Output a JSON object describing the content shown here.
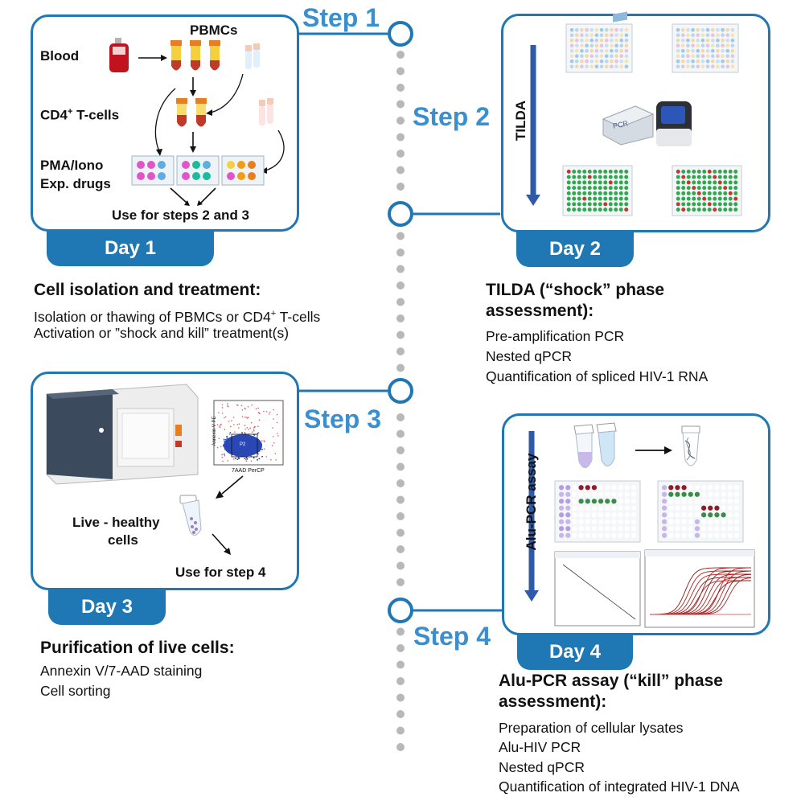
{
  "colors": {
    "accent": "#1f78b4",
    "step_text": "#3a8fcf",
    "dot": "#b8b8b8"
  },
  "steps": {
    "step1": "Step 1",
    "step2": "Step 2",
    "step3": "Step 3",
    "step4": "Step 4"
  },
  "day1": {
    "tab": "Day 1",
    "pbmcs": "PBMCs",
    "blood": "Blood",
    "cd4_prefix": "CD4",
    "cd4_sup": "+",
    "cd4_suffix": " T-cells",
    "pma": "PMA/Iono",
    "exp": "Exp. drugs",
    "use": "Use for steps 2 and 3",
    "title": "Cell isolation and treatment:",
    "line1_prefix": "Isolation or thawing of PBMCs or CD4",
    "line1_sup": "+",
    "line1_suffix": " T-cells",
    "line2": "Activation or ”shock and kill” treatment(s)"
  },
  "day2": {
    "tab": "Day 2",
    "tilda_vertical": "TILDA",
    "pcr_label": "PCR",
    "title_line1": "TILDA (“shock” phase",
    "title_line2": "assessment):",
    "lines": [
      "Pre-amplification PCR",
      "Nested qPCR",
      "Quantification of spliced HIV-1 RNA"
    ]
  },
  "day3": {
    "tab": "Day 3",
    "axis_y": "Annexin V PE",
    "axis_x": "7AAD PerCP",
    "gate": "P2",
    "live1": "Live - healthy",
    "live2": "cells",
    "use": "Use for step 4",
    "title": "Purification of live cells:",
    "lines": [
      "Annexin V/7-AAD staining",
      "Cell sorting"
    ]
  },
  "day4": {
    "tab": "Day 4",
    "alu_vertical": "Alu-PCR assay",
    "title_line1": "Alu-PCR assay (“kill” phase",
    "title_line2": "assessment):",
    "lines": [
      "Preparation of cellular lysates",
      "Alu-HIV PCR",
      "Nested qPCR",
      "Quantification of integrated HIV-1 DNA"
    ]
  }
}
